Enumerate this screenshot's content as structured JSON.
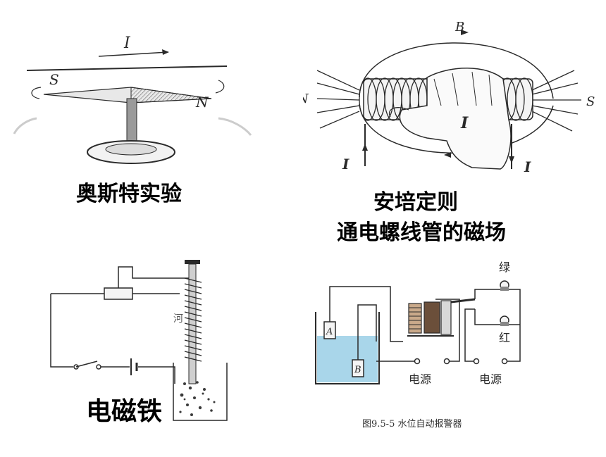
{
  "oersted": {
    "caption": "奥斯特实验",
    "current_label": "I",
    "south_label": "S",
    "north_label": "N"
  },
  "ampere": {
    "caption_line1": "安培定则",
    "caption_line2": "通电螺线管的磁场",
    "field_label": "B",
    "north_label": "N",
    "south_label": "S",
    "current_label_inside": "I",
    "current_label_left": "I",
    "current_label_right": "I"
  },
  "electromagnet": {
    "caption": "电磁铁",
    "coil_label": "河"
  },
  "alarm": {
    "green_label": "绿",
    "red_label": "红",
    "power_label_left": "电源",
    "power_label_right": "电源",
    "electrode_a": "A",
    "electrode_b": "B",
    "figure_caption": "图9.5-5   水位自动报警器"
  },
  "colors": {
    "ink": "#2a2a2a",
    "water": "#a9d6ea",
    "background": "#ffffff"
  }
}
